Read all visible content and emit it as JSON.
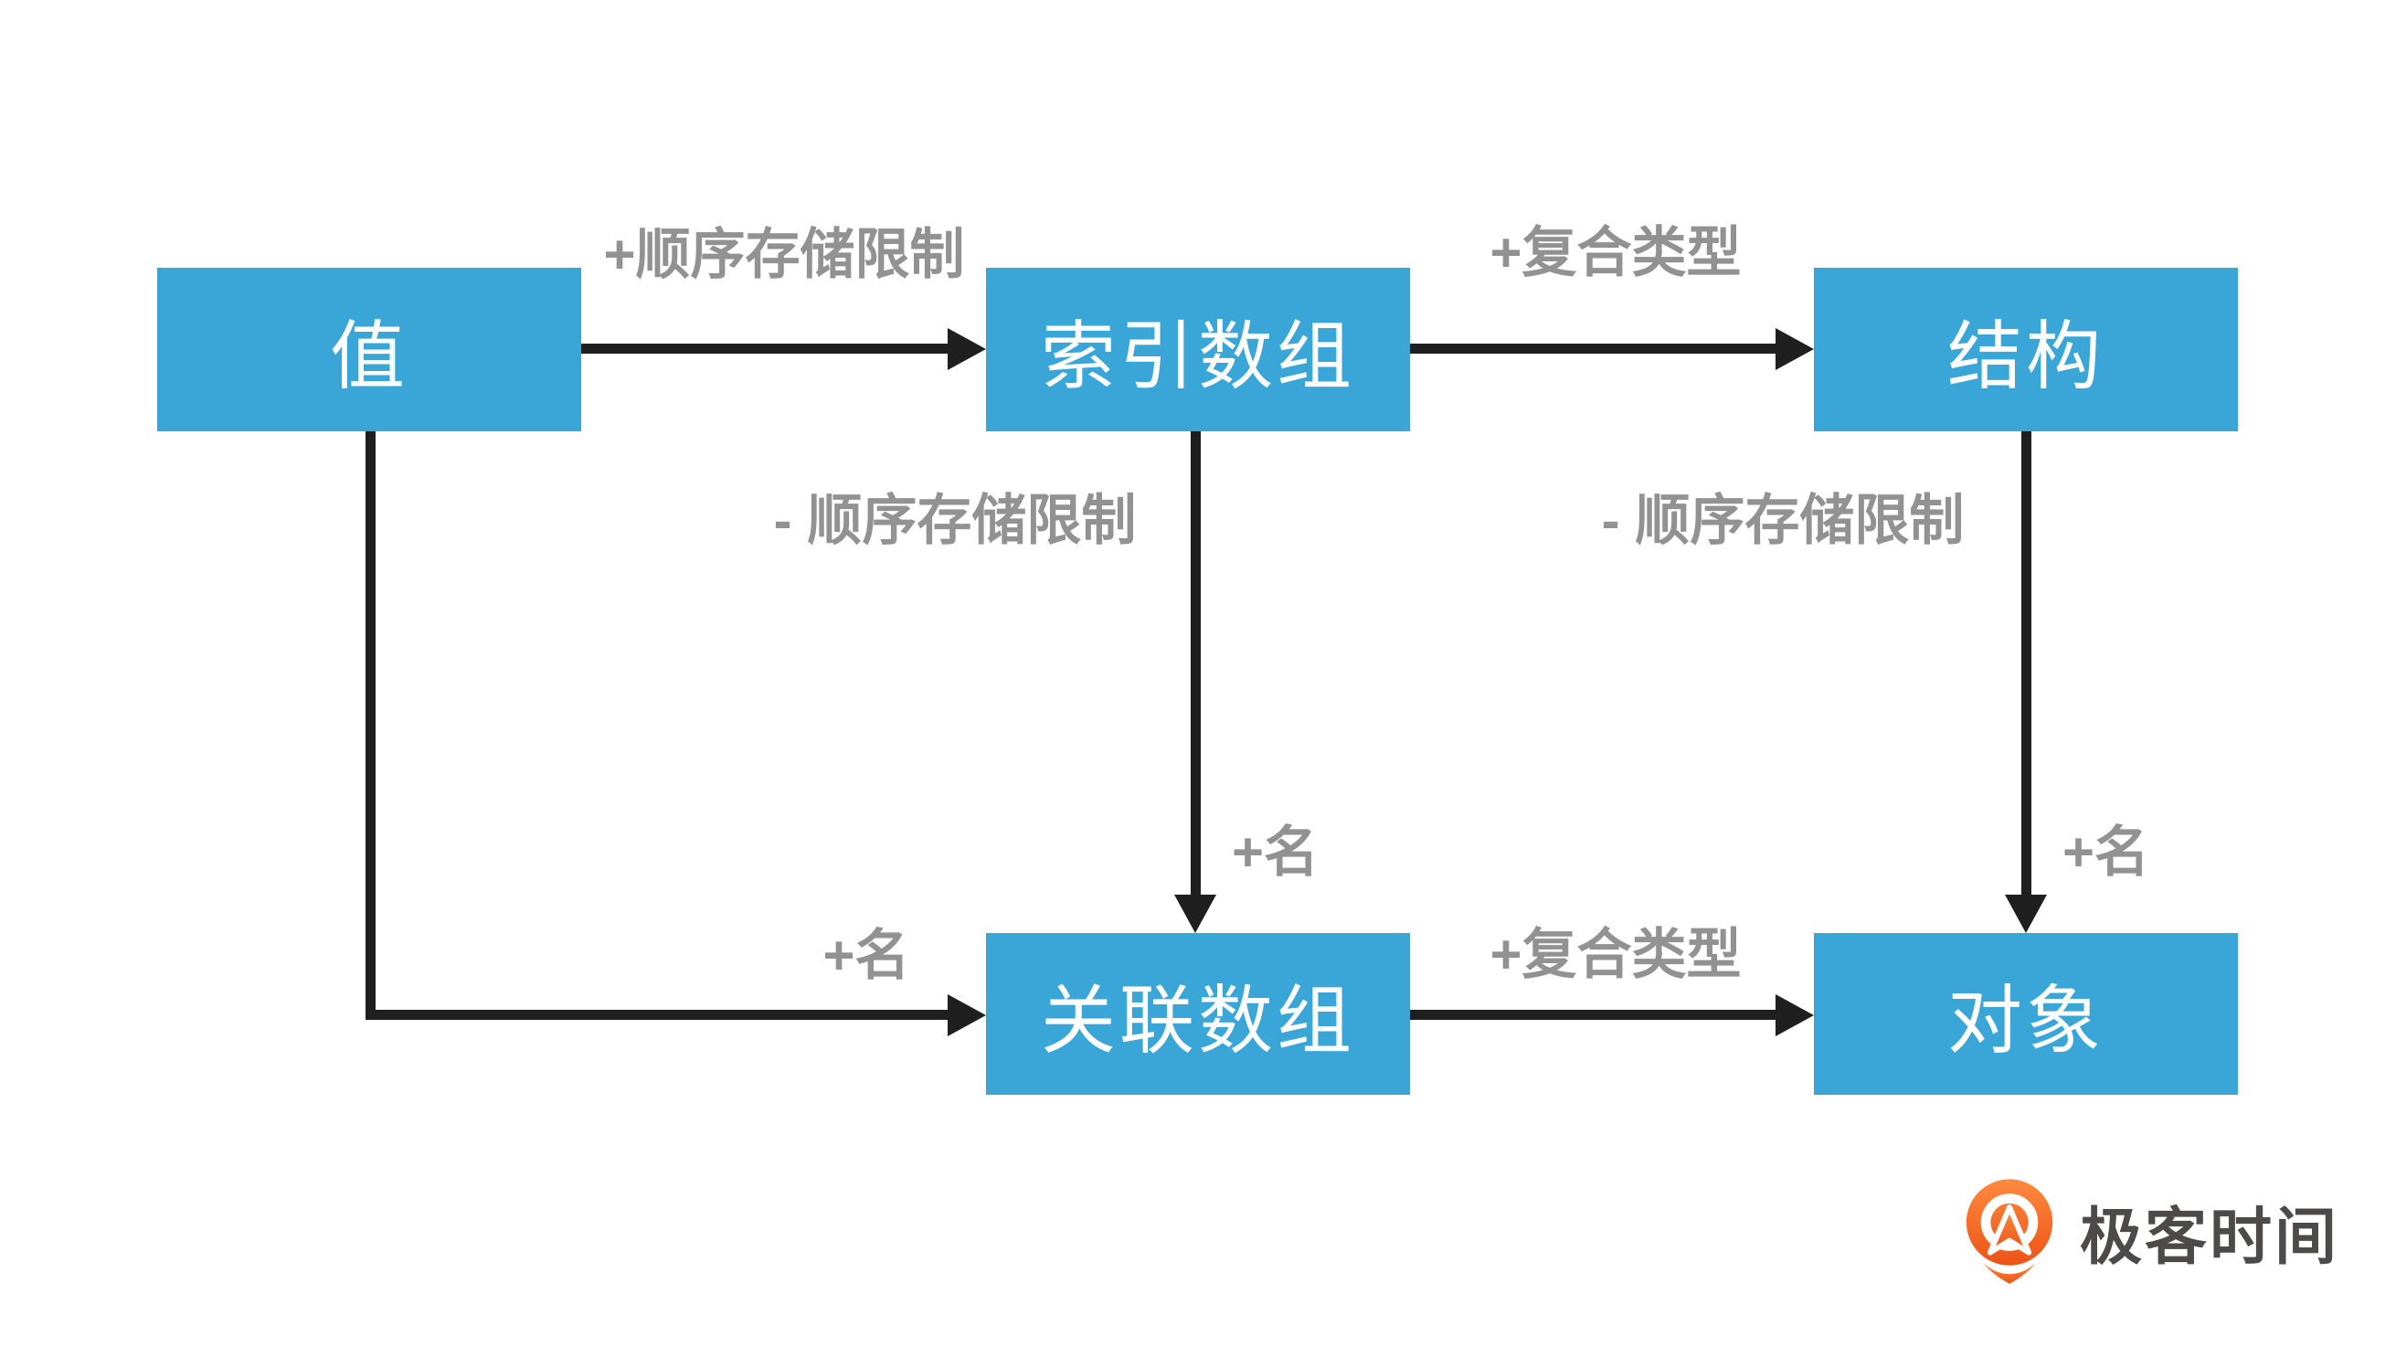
{
  "diagram": {
    "nodes": {
      "value": {
        "label": "值"
      },
      "indexed_array": {
        "label": "索引数组"
      },
      "structure": {
        "label": "结构"
      },
      "assoc_array": {
        "label": "关联数组"
      },
      "object": {
        "label": "对象"
      }
    },
    "edge_labels": {
      "seq_constraint_plus": "+顺序存储限制",
      "composite_type_top": "+复合类型",
      "seq_constraint_minus_left": "- 顺序存储限制",
      "seq_constraint_minus_right": "- 顺序存储限制",
      "name_plus_mid": "+名",
      "name_plus_right": "+名",
      "name_plus_bottom": "+名",
      "composite_type_bottom": "+复合类型"
    },
    "colors": {
      "node_fill": "#3aa6d8",
      "node_text": "#ffffff",
      "edge": "#1f1f1f",
      "edge_label": "#929292",
      "logo_orange_top": "#ff8a40",
      "logo_orange_bottom": "#ec5315",
      "logo_text_color": "#4d4a4a"
    }
  },
  "branding": {
    "logo_text": "极客时间"
  }
}
